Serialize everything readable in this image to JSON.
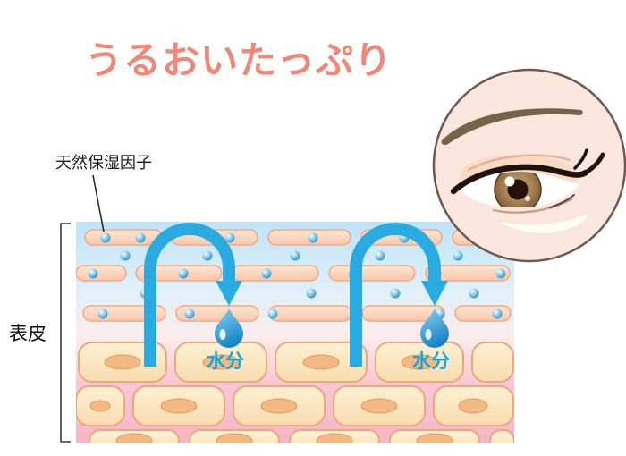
{
  "title": {
    "text": "うるおいたっぷり",
    "color": "#f08878"
  },
  "diagram": {
    "nmf_label": "天然保湿因子",
    "epidermis_label": "表皮",
    "moisture_labels": [
      "水分",
      "水分"
    ],
    "arrow_color": "#29abe2",
    "moisture_text_color": "#17a3dc"
  },
  "icons": {
    "water_droplet": "water-droplet-icon",
    "nmf_dot": "nmf-dot-icon",
    "eye": "eye-illustration"
  }
}
